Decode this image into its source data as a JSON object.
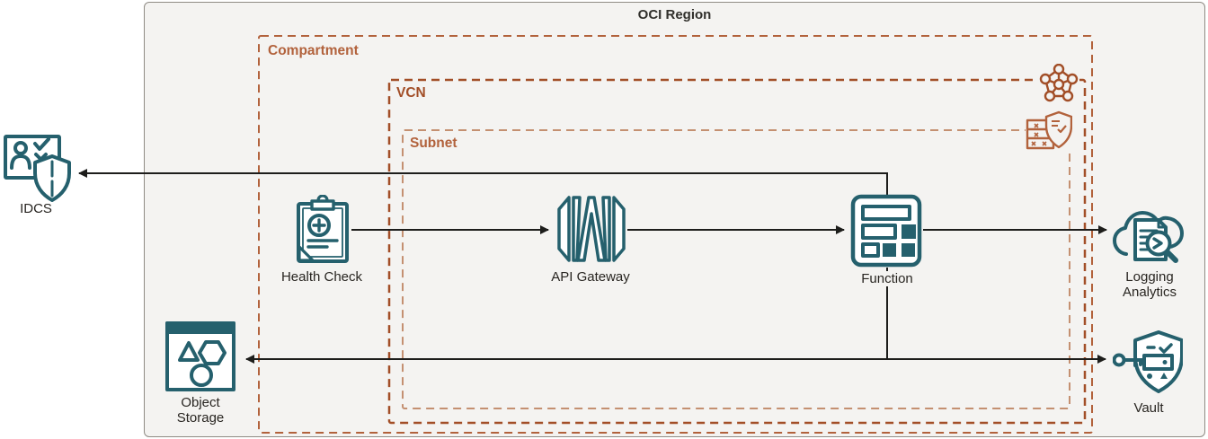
{
  "diagram": {
    "title": "OCI Region",
    "containers": {
      "compartment": {
        "label": "Compartment"
      },
      "vcn": {
        "label": "VCN"
      },
      "subnet": {
        "label": "Subnet"
      }
    },
    "nodes": {
      "idcs": {
        "label": "IDCS",
        "icon": "idcs-identity-icon"
      },
      "health_check": {
        "label": "Health Check",
        "icon": "health-check-icon"
      },
      "api_gateway": {
        "label": "API Gateway",
        "icon": "api-gateway-icon"
      },
      "function": {
        "label": "Function",
        "icon": "function-icon"
      },
      "logging_analytics": {
        "label": "Logging Analytics",
        "icon": "logging-analytics-icon"
      },
      "object_storage": {
        "label": "Object Storage",
        "icon": "object-storage-icon"
      },
      "vault": {
        "label": "Vault",
        "icon": "vault-key-icon"
      }
    },
    "decorations": {
      "vcn_badge_icon": "vcn-network-icon",
      "subnet_badge_icon": "security-list-icon"
    },
    "connections": [
      "function-to-idcs",
      "health-check-to-api-gateway",
      "api-gateway-to-function",
      "function-to-logging-analytics",
      "function-to-object-storage",
      "function-to-vault"
    ],
    "colors": {
      "icon_teal": "#25606d",
      "compartment_orange": "#b2623c",
      "vcn_orange": "#a24e27",
      "subnet_tan": "#c49071",
      "region_fill": "#f4f3f1",
      "region_border": "#8f8b84",
      "arrow_black": "#1d1d1b",
      "label_text": "#282521",
      "page_bg": "#ffffff"
    }
  }
}
